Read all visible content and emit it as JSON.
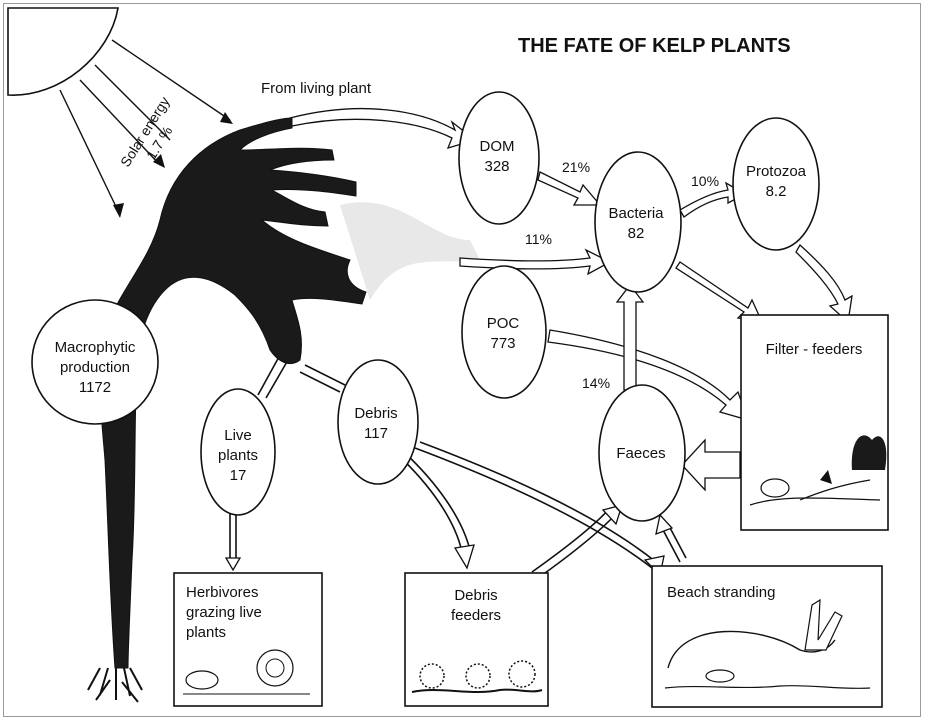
{
  "title": "THE FATE OF KELP PLANTS",
  "solar": {
    "line1": "Solar energy",
    "line2": "1.7 %"
  },
  "from_living_plant": "From living plant",
  "nodes": {
    "macrophytic": {
      "line1": "Macrophytic",
      "line2": "production",
      "line3": "1172"
    },
    "dom": {
      "line1": "DOM",
      "line2": "328"
    },
    "poc": {
      "line1": "POC",
      "line2": "773"
    },
    "bacteria": {
      "line1": "Bacteria",
      "line2": "82"
    },
    "protozoa": {
      "line1": "Protozoa",
      "line2": "8.2"
    },
    "live_plants": {
      "line1": "Live",
      "line2": "plants",
      "line3": "17"
    },
    "debris": {
      "line1": "Debris",
      "line2": "117"
    },
    "faeces": {
      "line1": "Faeces"
    }
  },
  "boxes": {
    "filter_feeders": "Filter - feeders",
    "herbivores": {
      "line1": "Herbivores",
      "line2": "grazing live",
      "line3": "plants"
    },
    "debris_feeders": {
      "line1": "Debris",
      "line2": "feeders"
    },
    "beach_stranding": "Beach  stranding"
  },
  "percentages": {
    "dom_to_bacteria": "21%",
    "poc_to_bacteria": "11%",
    "bacteria_to_protozoa": "10%",
    "faeces_to_bacteria": "14%"
  }
}
